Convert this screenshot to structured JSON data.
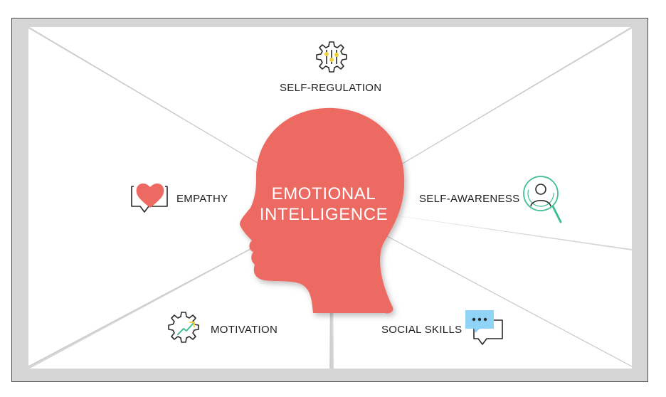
{
  "diagram": {
    "title_line1": "EMOTIONAL",
    "title_line2": "INTELLIGENCE",
    "items": {
      "self_regulation": "SELF-REGULATION",
      "self_awareness": "SELF-AWARENESS",
      "empathy": "EMPATHY",
      "motivation": "MOTIVATION",
      "social_skills": "SOCIAL SKILLS"
    }
  },
  "colors": {
    "head": "#ec6a62",
    "accent_teal": "#3fbf95",
    "accent_yellow": "#f2d23c",
    "bubble_blue": "#8fd3f7",
    "frame_gray": "#d6d6d6"
  },
  "icons": [
    "gear-sliders-icon",
    "heart-speech-icon",
    "user-magnifier-icon",
    "gear-growth-icon",
    "chat-bubbles-icon"
  ]
}
